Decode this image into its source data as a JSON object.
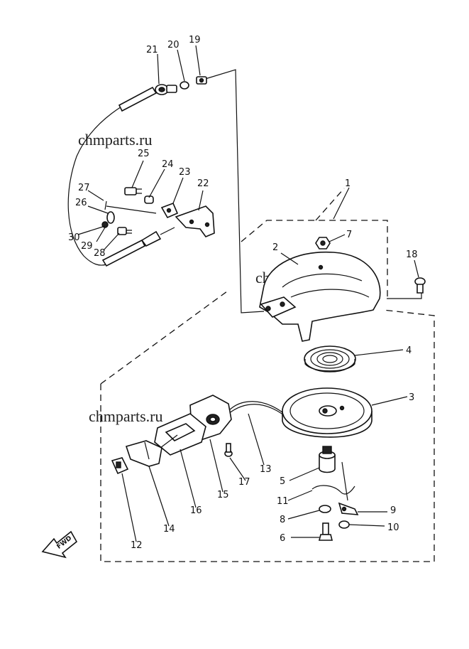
{
  "watermarks": [
    "chmparts.ru",
    "chmparts.ru",
    "chmparts.ru"
  ],
  "fwd_label": "FWD",
  "callouts": [
    {
      "id": "c1",
      "label": "1"
    },
    {
      "id": "c2",
      "label": "2"
    },
    {
      "id": "c3",
      "label": "3"
    },
    {
      "id": "c4",
      "label": "4"
    },
    {
      "id": "c5",
      "label": "5"
    },
    {
      "id": "c6",
      "label": "6"
    },
    {
      "id": "c7",
      "label": "7"
    },
    {
      "id": "c8",
      "label": "8"
    },
    {
      "id": "c9",
      "label": "9"
    },
    {
      "id": "c10",
      "label": "10"
    },
    {
      "id": "c11",
      "label": "11"
    },
    {
      "id": "c12",
      "label": "12"
    },
    {
      "id": "c13",
      "label": "13"
    },
    {
      "id": "c14",
      "label": "14"
    },
    {
      "id": "c15",
      "label": "15"
    },
    {
      "id": "c16",
      "label": "16"
    },
    {
      "id": "c17",
      "label": "17"
    },
    {
      "id": "c18",
      "label": "18"
    },
    {
      "id": "c19",
      "label": "19"
    },
    {
      "id": "c20",
      "label": "20"
    },
    {
      "id": "c21",
      "label": "21"
    },
    {
      "id": "c22",
      "label": "22"
    },
    {
      "id": "c23",
      "label": "23"
    },
    {
      "id": "c24",
      "label": "24"
    },
    {
      "id": "c25",
      "label": "25"
    },
    {
      "id": "c26",
      "label": "26"
    },
    {
      "id": "c27",
      "label": "27"
    },
    {
      "id": "c28",
      "label": "28"
    },
    {
      "id": "c29",
      "label": "29"
    },
    {
      "id": "c30",
      "label": "30"
    }
  ]
}
